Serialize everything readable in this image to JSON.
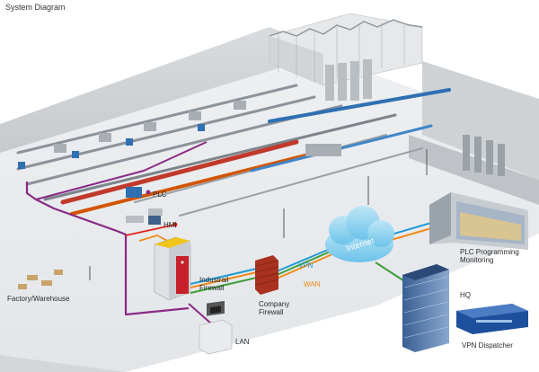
{
  "title": "System Diagram",
  "labels": {
    "plc": "PLC",
    "hmi": "HMI",
    "factory": "Factory/Warehouse",
    "firewall_line1": "Industrail",
    "firewall_line2": "Firewall",
    "company_line1": "Company",
    "company_line2": "Firewall",
    "vpn": "VPN",
    "wan": "WAN",
    "internet": "Internet",
    "plc_prog_line1": "PLC Programming",
    "plc_prog_line2": "Monitoring",
    "hq": "HQ",
    "lan": "LAN",
    "vpn_dispatcher": "VPN Dispatcher"
  },
  "colors": {
    "purple": "#8a2a86",
    "blue": "#1f9bd6",
    "orange": "#f28a1a",
    "red": "#e2231a",
    "green": "#3f9e3a",
    "dark": "#3a3a3a"
  }
}
